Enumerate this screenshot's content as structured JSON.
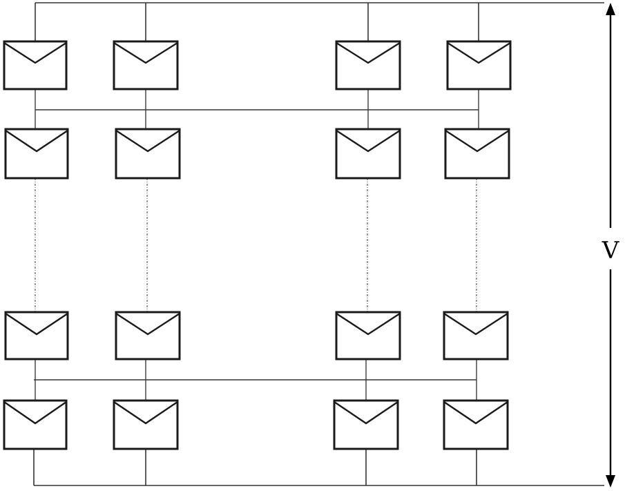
{
  "voltage_label": "V",
  "panel_rows": 4,
  "panel_columns": 4,
  "colors": {
    "line": "#333333",
    "panel_border": "#1a1a1a",
    "background": "#ffffff"
  },
  "icons": {
    "module": "pv-module-icon",
    "arrow": "double-headed-arrow-icon"
  }
}
